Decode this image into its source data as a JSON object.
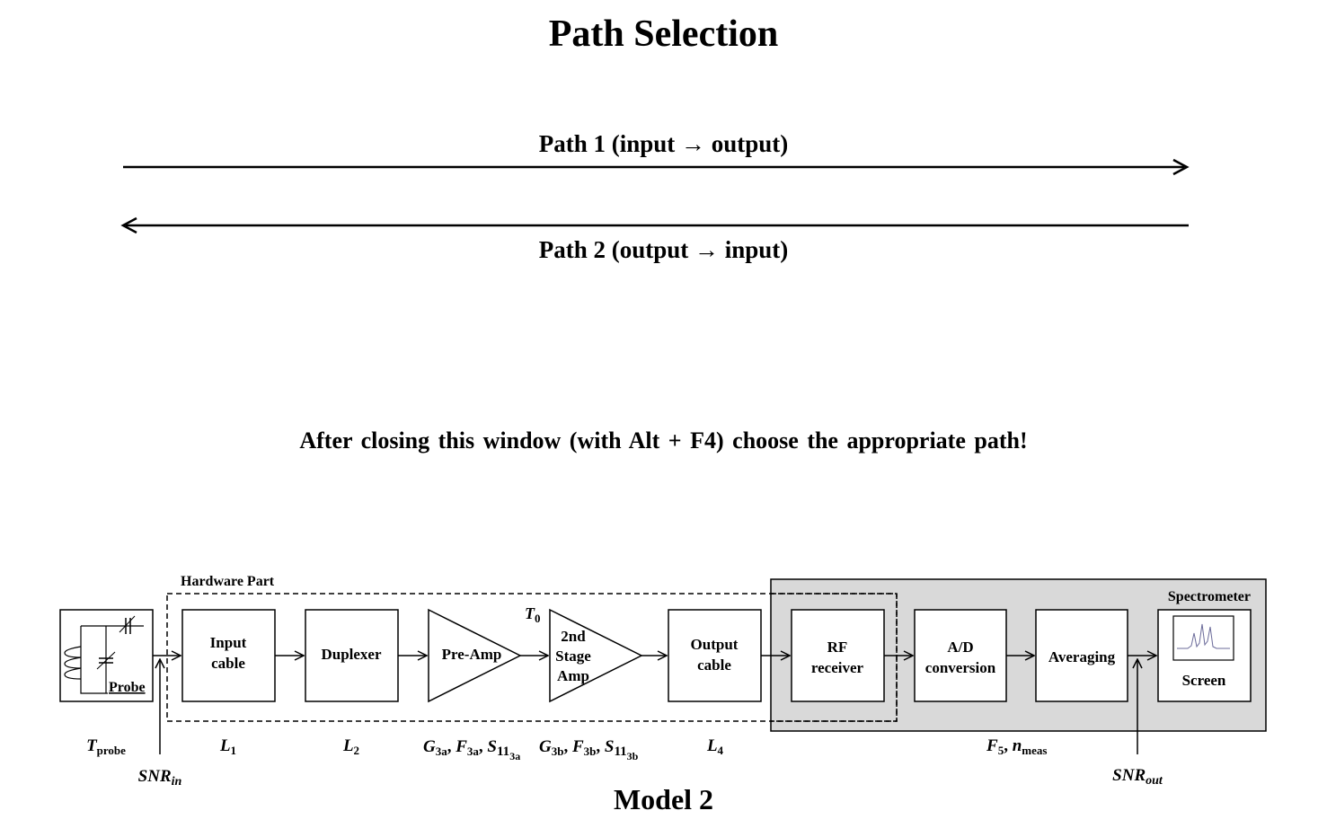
{
  "title": "Path Selection",
  "paths": [
    {
      "id": "path1",
      "label": "Path 1 (input → output)",
      "direction": "right"
    },
    {
      "id": "path2",
      "label": "Path 2 (output → input)",
      "direction": "left"
    }
  ],
  "instruction": "After closing this window (with Alt + F4) choose the appropriate path!",
  "diagram": {
    "hardware_label": "Hardware Part",
    "spectrometer_label": "Spectrometer",
    "probe_label": "Probe",
    "t0_label": "T",
    "t0_sub": "0",
    "blocks": {
      "input_cable": [
        "Input",
        "cable"
      ],
      "duplexer": [
        "Duplexer"
      ],
      "preamp": [
        "Pre-Amp"
      ],
      "stage2": [
        "2nd",
        "Stage",
        "Amp"
      ],
      "output_cable": [
        "Output",
        "cable"
      ],
      "rf_receiver": [
        "RF",
        "receiver"
      ],
      "ad_conversion": [
        "A/D",
        "conversion"
      ],
      "averaging": [
        "Averaging"
      ],
      "screen": [
        "Screen"
      ]
    },
    "params": {
      "tprobe": {
        "main": "T",
        "sub": "probe"
      },
      "l1": {
        "main": "L",
        "sub": "1"
      },
      "l2": {
        "main": "L",
        "sub": "2"
      },
      "l4": {
        "main": "L",
        "sub": "4"
      },
      "snr_in": {
        "main": "SNR",
        "sub": "in"
      },
      "snr_out": {
        "main": "SNR",
        "sub": "out"
      }
    }
  },
  "model_label": "Model 2"
}
